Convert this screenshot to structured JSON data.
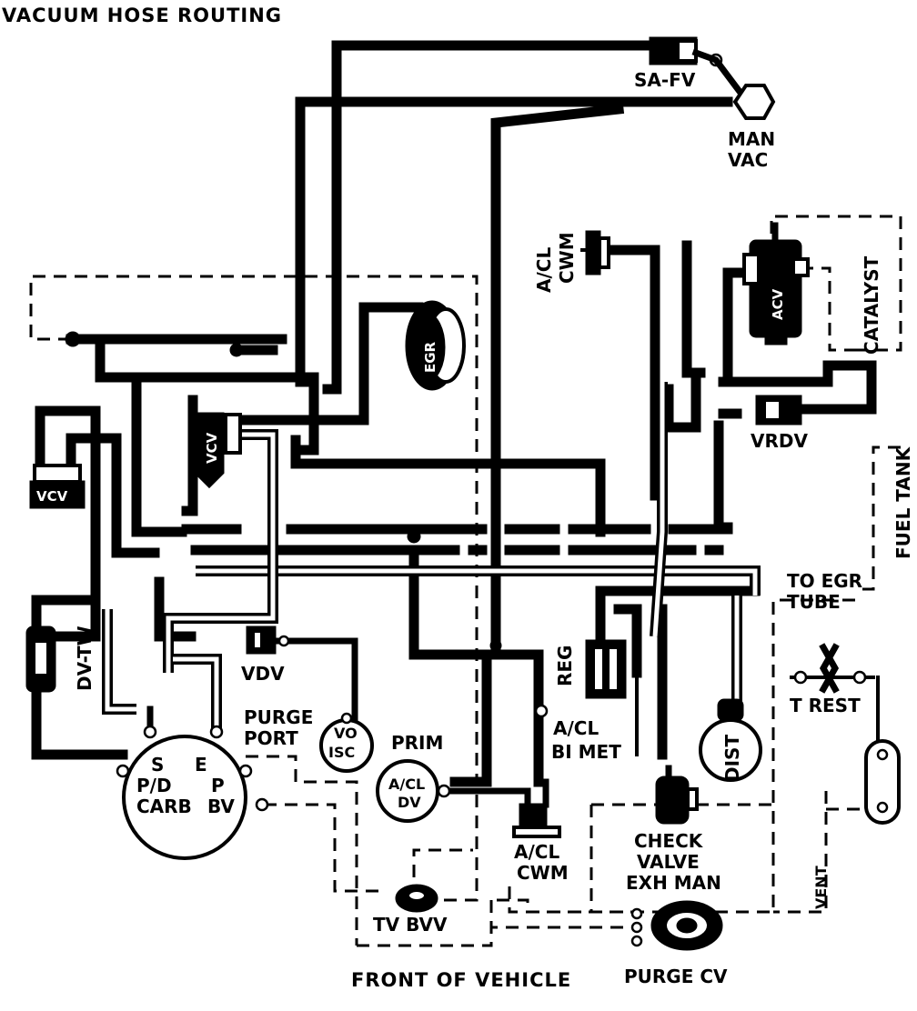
{
  "diagram": {
    "title": "VACUUM HOSE ROUTING",
    "footer": "FRONT OF VEHICLE",
    "labels": {
      "safv": "SA-FV",
      "man": "MAN",
      "vac": "VAC",
      "acl_cwm_top_1": "A/CL",
      "acl_cwm_top_2": "CWM",
      "catalyst": "CATALYST",
      "acv": "ACV",
      "egr": "EGR",
      "vcv_upper": "VCV",
      "vcv_left": "VCV",
      "vrdv": "VRDV",
      "fuel_tank": "FUEL TANK",
      "to_egr_1": "TO EGR",
      "to_egr_2": "TUBE",
      "dvtw": "DV-TW",
      "vdv": "VDV",
      "purge_port_1": "PURGE",
      "purge_port_2": "PORT",
      "vo": "VO",
      "isc": "ISC",
      "prim": "PRIM",
      "acl_dv_1": "A/CL",
      "acl_dv_2": "DV",
      "reg": "REG",
      "acl_bimet_1": "A/CL",
      "acl_bimet_2": "BI MET",
      "dist": "DIST",
      "t_rest": "T REST",
      "carb_s": "S",
      "carb_e": "E",
      "carb_pd": "P/D",
      "carb_p": "P",
      "carb_carb": "CARB",
      "carb_bv": "BV",
      "acl_cwm_bot_1": "A/CL",
      "acl_cwm_bot_2": "CWM",
      "check_1": "CHECK",
      "check_2": "VALVE",
      "check_3": "EXH MAN",
      "vent": "VENT",
      "tv_bvv": "TV BVV",
      "purge_cv": "PURGE CV"
    }
  }
}
